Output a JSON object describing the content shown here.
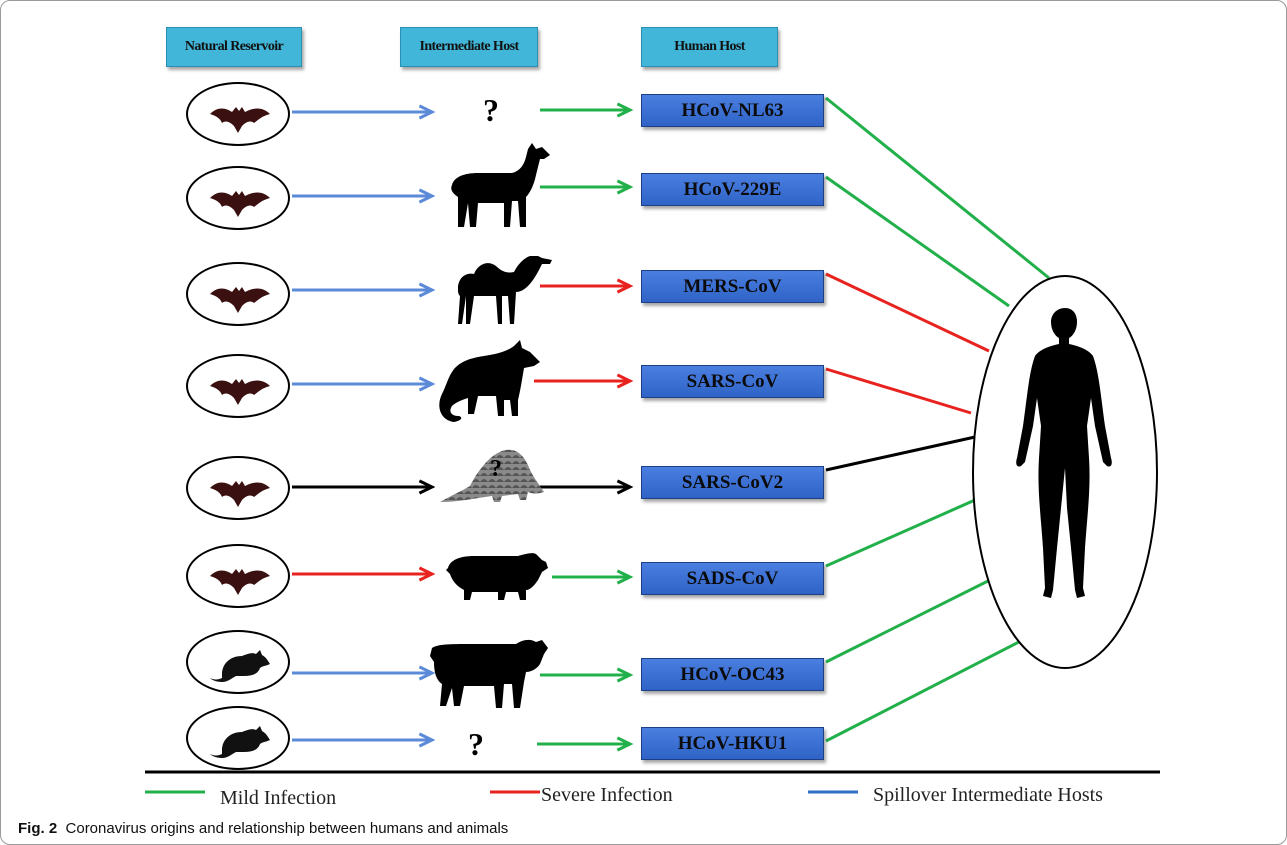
{
  "headers": {
    "reservoir": "Natural Reservoir",
    "intermediate": "Intermediate Host",
    "human": "Human Host"
  },
  "rows": [
    {
      "virus": "HCoV-NL63",
      "reservoir_icon": "bat-icon",
      "intermediate": "?",
      "arrow1": "blue",
      "arrow2": "green",
      "link": "green"
    },
    {
      "virus": "HCoV-229E",
      "reservoir_icon": "bat-icon",
      "intermediate": "alpaca-icon",
      "arrow1": "blue",
      "arrow2": "green",
      "link": "green"
    },
    {
      "virus": "MERS-CoV",
      "reservoir_icon": "bat-icon",
      "intermediate": "camel-icon",
      "arrow1": "blue",
      "arrow2": "red",
      "link": "red"
    },
    {
      "virus": "SARS-CoV",
      "reservoir_icon": "bat-icon",
      "intermediate": "civet-icon",
      "arrow1": "blue",
      "arrow2": "red",
      "link": "red"
    },
    {
      "virus": "SARS-CoV2",
      "reservoir_icon": "bat-icon",
      "intermediate": "pangolin-icon",
      "intermediate_mark": "?",
      "arrow1": "black",
      "arrow2": "black",
      "link": "black"
    },
    {
      "virus": "SADS-CoV",
      "reservoir_icon": "bat-icon",
      "intermediate": "pig-icon",
      "arrow1": "red",
      "arrow2": "green",
      "link": "green"
    },
    {
      "virus": "HCoV-OC43",
      "reservoir_icon": "rodent-icon",
      "intermediate": "cow-icon",
      "arrow1": "blue",
      "arrow2": "green",
      "link": "green"
    },
    {
      "virus": "HCoV-HKU1",
      "reservoir_icon": "rodent-icon",
      "intermediate": "?",
      "arrow1": "blue",
      "arrow2": "green",
      "link": "green"
    }
  ],
  "human_icon": "human-icon",
  "legend": [
    {
      "label": "Mild Infection",
      "color": "#22b04a"
    },
    {
      "label": "Severe Infection",
      "color": "#e8221e"
    },
    {
      "label": "Spillover Intermediate Hosts",
      "color": "#2f6fc7"
    }
  ],
  "colors": {
    "blue": "#5b8ad8",
    "green": "#22b04a",
    "red": "#e8221e",
    "black": "#000000",
    "header": "#41b6d8",
    "virus_box": "#3a6fd6"
  },
  "caption": {
    "label": "Fig. 2",
    "text": "Coronavirus origins and relationship between humans and animals"
  }
}
